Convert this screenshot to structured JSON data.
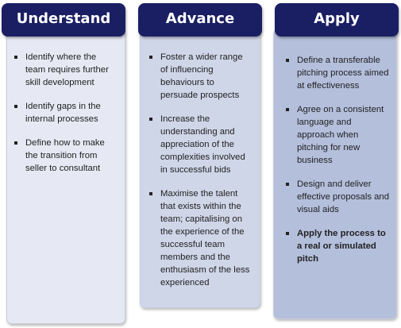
{
  "colors": {
    "header_fill": "#1a1f63",
    "panel_understand": "#e6e9f3",
    "panel_advance": "#cfd6e8",
    "panel_apply": "#b4bfdc"
  },
  "columns": [
    {
      "title": "Understand",
      "bullets": [
        {
          "text": "Identify where the team requires further skill development",
          "bold": false
        },
        {
          "text": "Identify gaps in the internal processes",
          "bold": false
        },
        {
          "text": "Define how to make the transition from seller to consultant",
          "bold": false
        }
      ]
    },
    {
      "title": "Advance",
      "bullets": [
        {
          "text": "Foster a wider range of influencing behaviours to persuade prospects",
          "bold": false
        },
        {
          "text": "Increase the understanding and appreciation of the complexities involved in successful bids",
          "bold": false
        },
        {
          "text": "Maximise the talent that exists within the team; capitalising on the experience of the successful team members and the enthusiasm of the less experienced",
          "bold": false
        }
      ]
    },
    {
      "title": "Apply",
      "bullets": [
        {
          "text": "Define a transferable pitching process aimed at effectiveness",
          "bold": false
        },
        {
          "text": "Agree on a consistent language and approach when pitching for new business",
          "bold": false
        },
        {
          "text": "Design and deliver effective proposals and visual aids",
          "bold": false
        },
        {
          "text": "Apply the process to a real or simulated pitch",
          "bold": true
        }
      ]
    }
  ]
}
